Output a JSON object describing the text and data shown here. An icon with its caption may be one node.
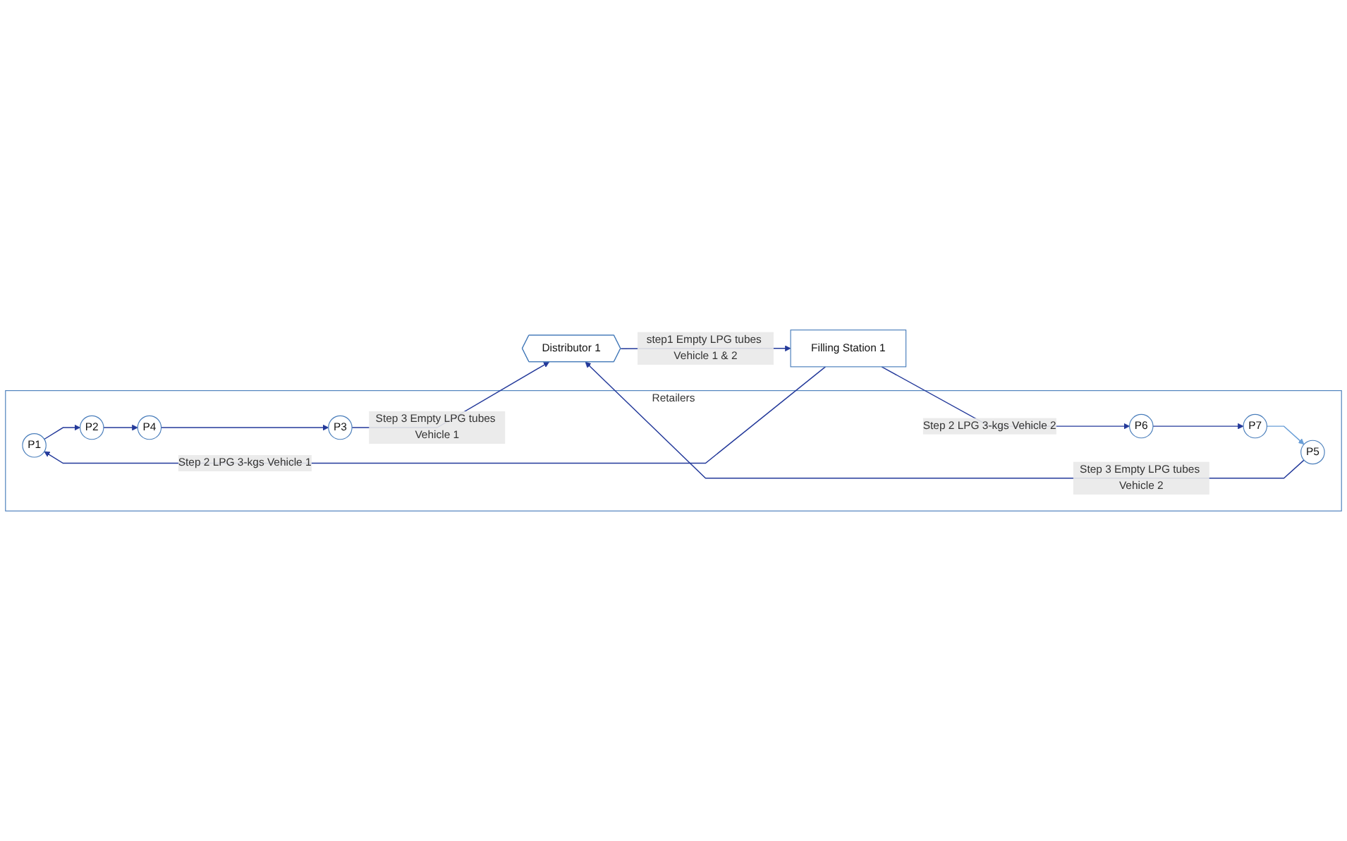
{
  "diagram": {
    "nodes": [
      {
        "text": [
          "Retailers"
        ]
      },
      {
        "text": [
          "P1"
        ],
        "in": 0
      },
      {
        "text": [
          "P2"
        ],
        "in": 0
      },
      {
        "text": [
          "P4"
        ],
        "in": 0
      },
      {
        "text": [
          "P3"
        ],
        "in": 0
      },
      {
        "text": [
          "P5"
        ],
        "in": 0
      },
      {
        "text": [
          "P7"
        ],
        "in": 0
      },
      {
        "text": [
          "P6"
        ],
        "in": 0
      },
      {
        "text": [
          "Filling Station 1"
        ]
      },
      {
        "text": [
          "Distributor 1"
        ]
      }
    ],
    "edges": [
      {
        "from": 8,
        "to": 1,
        "arrow": "to",
        "label": "Step 2 LPG 3-kgs Vehicle 1"
      },
      {
        "from": 1,
        "to": 2,
        "arrow": "to"
      },
      {
        "from": 2,
        "to": 3,
        "arrow": "to"
      },
      {
        "from": 3,
        "to": 4,
        "arrow": "to"
      },
      {
        "from": 4,
        "to": 9,
        "arrow": "to",
        "label": "Step 3 Empty LPG tubes Vehicle 1"
      },
      {
        "from": 9,
        "to": 8,
        "arrow": "to",
        "label": "step1 Empty LPG tubes Vehicle 1 & 2"
      },
      {
        "from": 5,
        "to": 9,
        "arrow": "to",
        "label": "Step 3 Empty LPG tubes Vehicle 2"
      },
      {
        "from": 6,
        "to": 5,
        "arrow": "to",
        "color": "#6a9fd8"
      },
      {
        "from": 8,
        "to": 7,
        "arrow": "to",
        "label": "Step 2 LPG 3-kgs Vehicle 2"
      },
      {
        "from": 7,
        "to": 6,
        "arrow": "to"
      }
    ]
  }
}
